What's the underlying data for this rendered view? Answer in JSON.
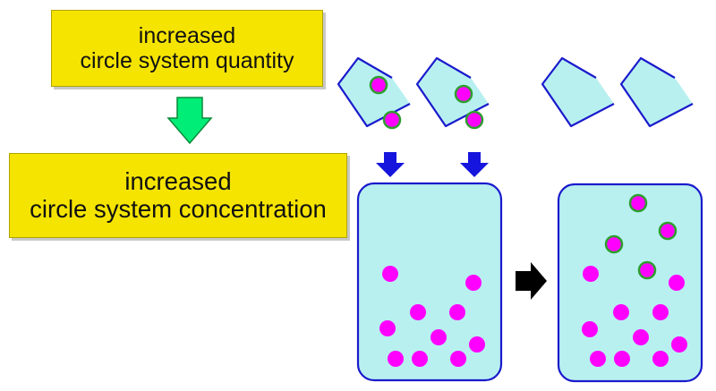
{
  "labels": {
    "quantity": {
      "line1": "increased",
      "line2": "circle system quantity"
    },
    "concentration": {
      "line1": "increased",
      "line2": "circle system concentration"
    }
  },
  "colors": {
    "label_fill": "#f5e400",
    "container_fill": "#b8f0f0",
    "container_stroke": "#1a1acc",
    "particle": "#ff00ff",
    "added_particle_ring": "#2e9e2e",
    "down_arrow_green": "#00ee77",
    "pour_arrow_blue": "#1515dd",
    "process_arrow": "#000000"
  },
  "icons": [
    "down-arrow-icon",
    "pour-arrow-icon",
    "process-arrow-icon"
  ]
}
